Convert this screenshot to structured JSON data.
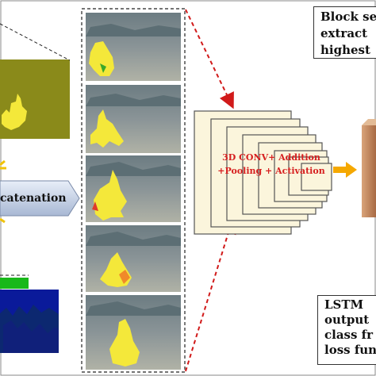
{
  "labels": {
    "block_select": [
      "Block se",
      "extract",
      "highest"
    ],
    "lstm": [
      "LSTM",
      "output",
      "class fr",
      "loss fun"
    ],
    "conv_ops": [
      "3D CONV+ Addition",
      "+Pooling + Activation"
    ],
    "concat": "catenation"
  },
  "colors": {
    "yellow_panel": "#8a8a1a",
    "fire": "#f4e83a",
    "conv_layer": "#fbf5dc",
    "conv_layer_edge": "#555555",
    "arrow_red": "#d11a1a",
    "arrow_orange": "#f5a800",
    "output_block": "#c8906a",
    "blue_panel": "#0a1a9a",
    "green_bar": "#18b81a",
    "frame_bg": "#7f8a8e"
  },
  "frames": {
    "count": 5
  }
}
